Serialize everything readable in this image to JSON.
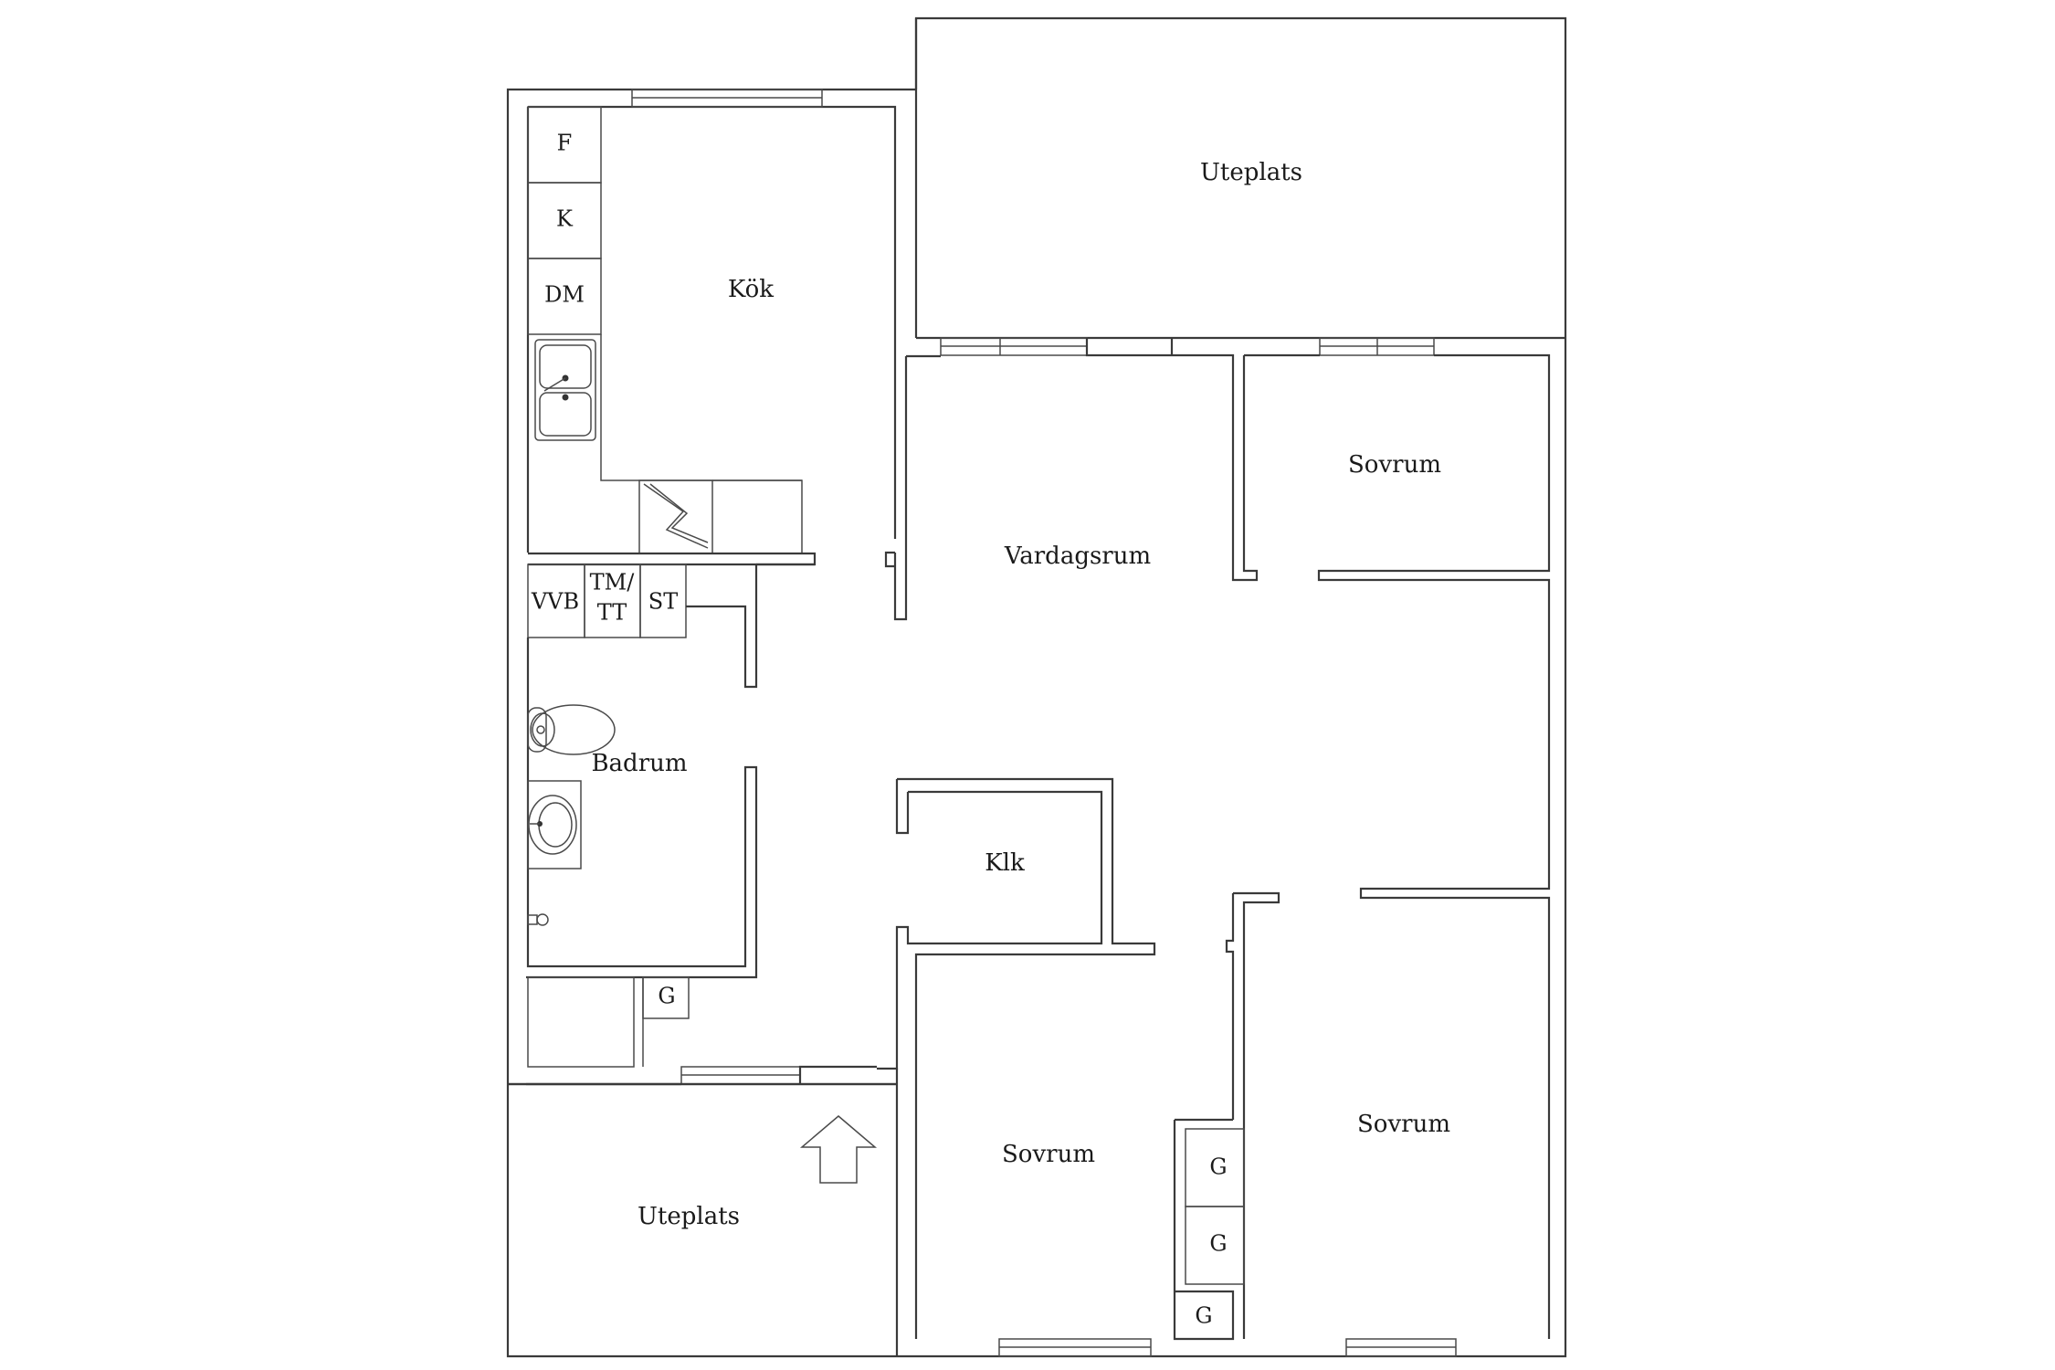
{
  "rooms": {
    "uteplats_top": "Uteplats",
    "kok": "Kök",
    "vardagsrum": "Vardagsrum",
    "sovrum_ne": "Sovrum",
    "badrum": "Badrum",
    "klk": "Klk",
    "sovrum_s": "Sovrum",
    "sovrum_se": "Sovrum",
    "uteplats_bottom": "Uteplats"
  },
  "fixtures": {
    "fridge": "F",
    "freezer": "K",
    "dishwasher": "DM",
    "water_heater": "VVB",
    "washer_line1": "TM/",
    "washer_line2": "TT",
    "drying_cabinet": "ST",
    "wardrobe_hall": "G",
    "wardrobe_1": "G",
    "wardrobe_2": "G",
    "wardrobe_3": "G"
  }
}
